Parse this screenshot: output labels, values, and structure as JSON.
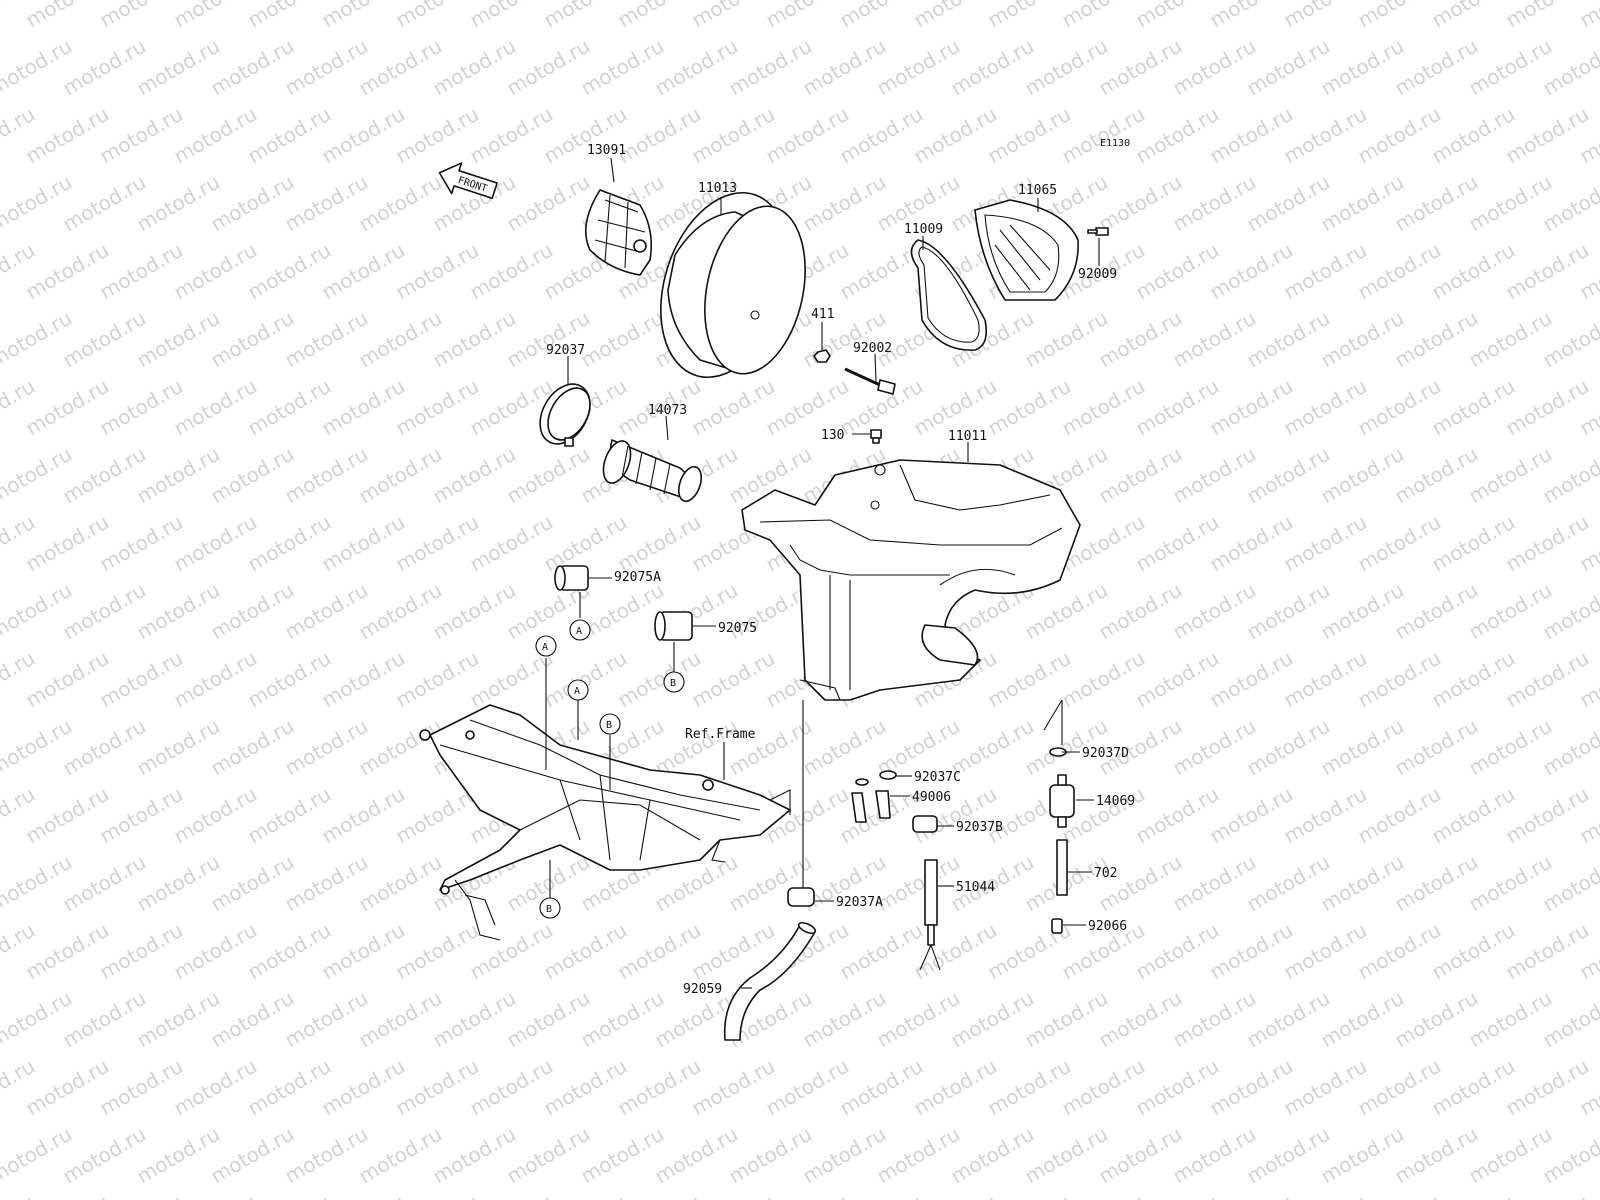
{
  "watermark": "motod.ru",
  "diagram_code": "E1130",
  "front_label": "FRONT",
  "ref_frame": "Ref.Frame",
  "refs": {
    "a": "A",
    "b": "B"
  },
  "parts": {
    "p13091": "13091",
    "p11013": "11013",
    "p11065": "11065",
    "p11009": "11009",
    "p92009": "92009",
    "p411": "411",
    "p92002": "92002",
    "p92037": "92037",
    "p14073": "14073",
    "p130": "130",
    "p11011": "11011",
    "p92075A": "92075A",
    "p92075": "92075",
    "p92037D": "92037D",
    "p92037C": "92037C",
    "p49006": "49006",
    "p14069": "14069",
    "p92037B": "92037B",
    "p702": "702",
    "p51044": "51044",
    "p92037A": "92037A",
    "p92066": "92066",
    "p92059": "92059"
  }
}
